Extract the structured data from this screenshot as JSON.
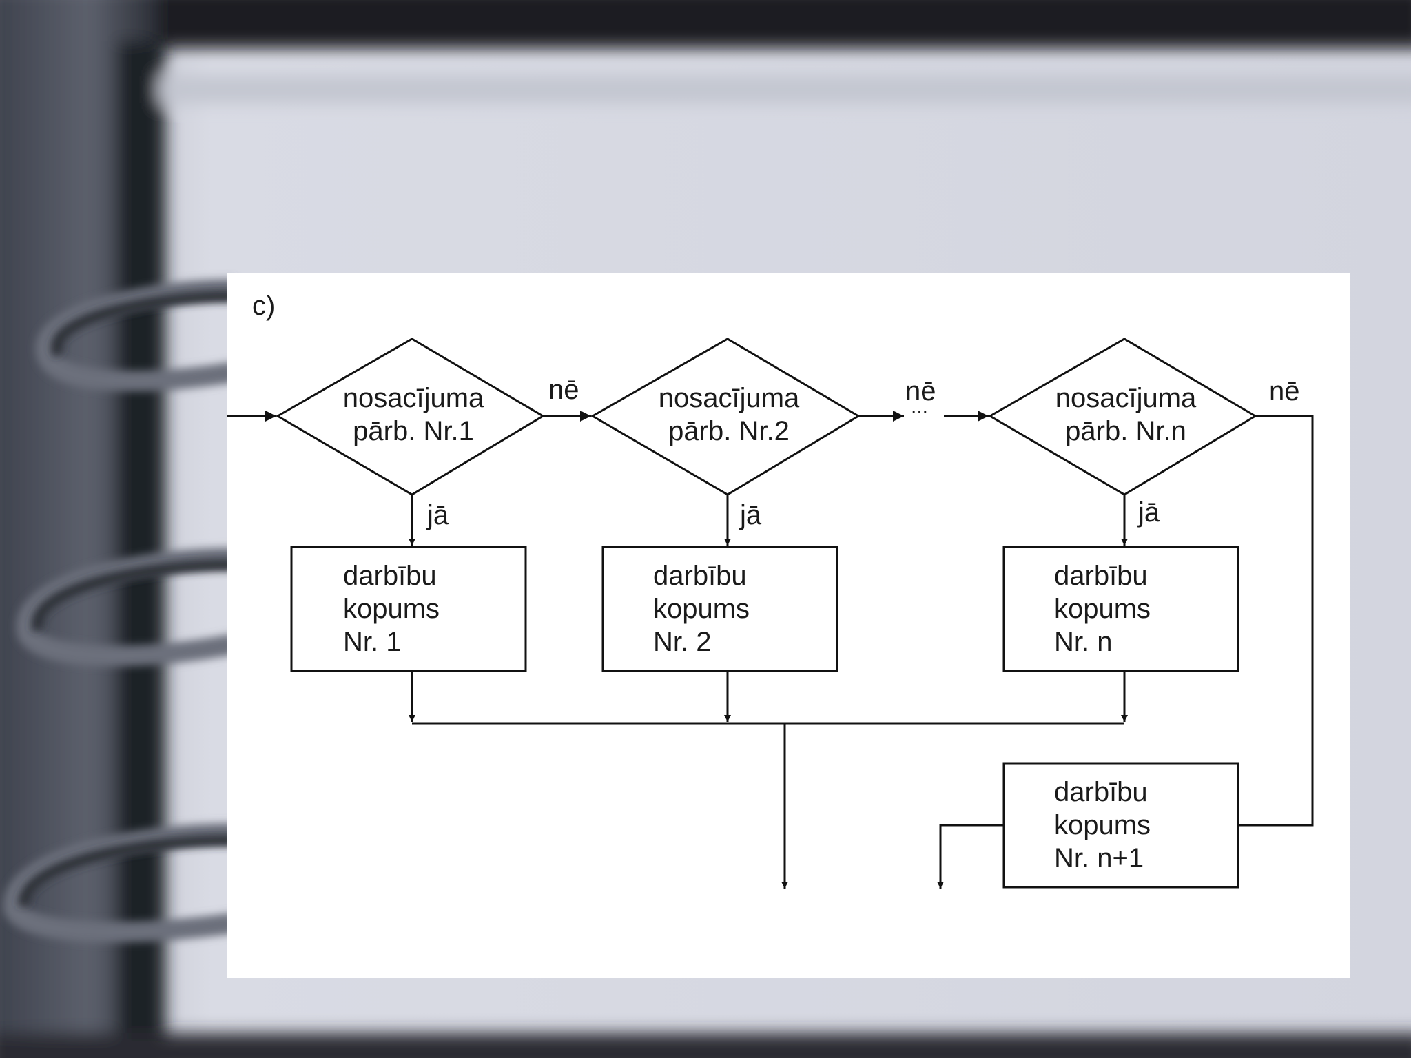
{
  "diagram": {
    "panel_label": "c)",
    "decisions": [
      {
        "line1": "nosacījuma",
        "line2": "pārb. Nr.1"
      },
      {
        "line1": "nosacījuma",
        "line2": "pārb. Nr.2"
      },
      {
        "line1": "nosacījuma",
        "line2": "pārb. Nr.n"
      }
    ],
    "no_labels": [
      "nē",
      "nē",
      "nē"
    ],
    "yes_labels": [
      "jā",
      "jā",
      "jā"
    ],
    "ellipsis": "...",
    "blocks": [
      {
        "line1": "darbību",
        "line2": "kopums",
        "line3": "Nr. 1"
      },
      {
        "line1": "darbību",
        "line2": "kopums",
        "line3": "Nr. 2"
      },
      {
        "line1": "darbību",
        "line2": "kopums",
        "line3": "Nr. n"
      },
      {
        "line1": "darbību",
        "line2": "kopums",
        "line3": "Nr. n+1"
      }
    ]
  }
}
